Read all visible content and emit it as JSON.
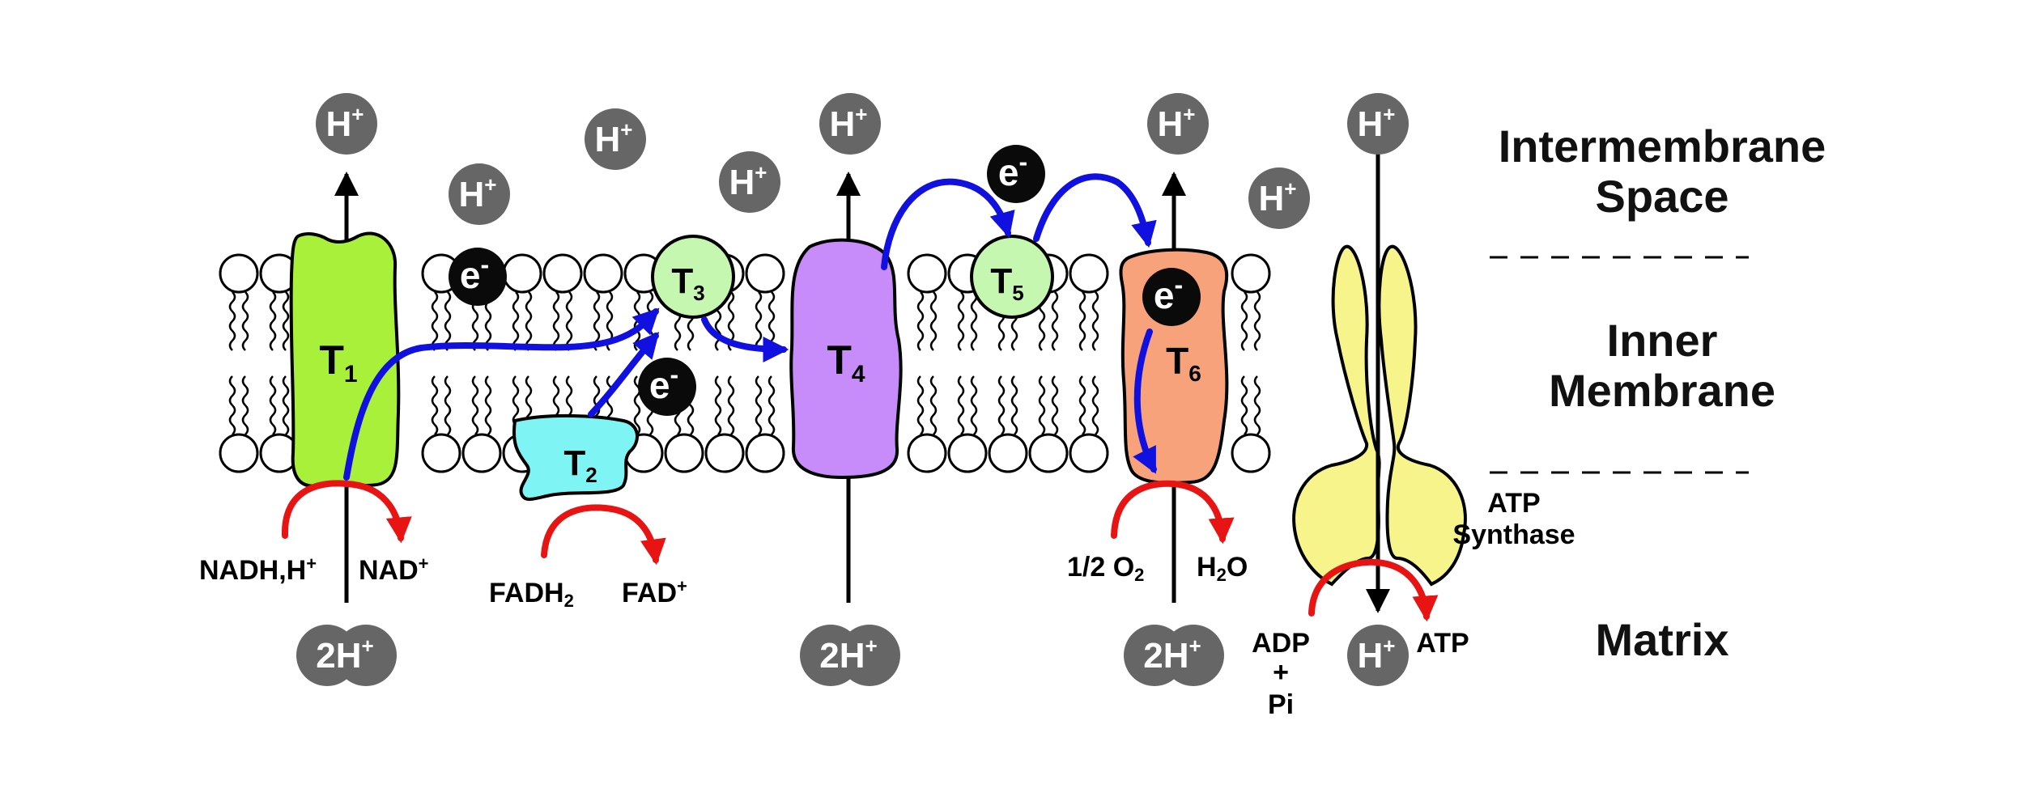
{
  "colors": {
    "ion": "#666666",
    "electron": "#0a0a0a",
    "electron_arrow": "#1010e0",
    "reaction_arrow": "#e81414",
    "t1": "#a8f03a",
    "t2": "#7ff4f4",
    "t3_t5": "#c6f7b0",
    "t4": "#c88bfa",
    "t6": "#f7a27a",
    "atp_synthase": "#f6f48a"
  },
  "regions": {
    "intermembrane_line1": "Intermembrane",
    "intermembrane_line2": "Space",
    "inner_membrane_line1": "Inner",
    "inner_membrane_line2": "Membrane",
    "matrix": "Matrix"
  },
  "ions": {
    "h_plus": "H",
    "two_h_plus": "2H",
    "plus": "+"
  },
  "electron": {
    "symbol": "e",
    "charge": "-"
  },
  "complexes": {
    "t1": {
      "letter": "T",
      "sub": "1"
    },
    "t2": {
      "letter": "T",
      "sub": "2"
    },
    "t3": {
      "letter": "T",
      "sub": "3"
    },
    "t4": {
      "letter": "T",
      "sub": "4"
    },
    "t5": {
      "letter": "T",
      "sub": "5"
    },
    "t6": {
      "letter": "T",
      "sub": "6"
    }
  },
  "reactions": {
    "nadh": {
      "base": "NADH,H",
      "sup": "+"
    },
    "nad": {
      "base": "NAD",
      "sup": "+"
    },
    "fadh2": {
      "base": "FADH",
      "sub": "2"
    },
    "fad": {
      "base": "FAD",
      "sup": "+"
    },
    "o2": {
      "base": "1/2 O",
      "sub": "2"
    },
    "h2o": {
      "pre": "H",
      "sub": "2",
      "post": "O"
    },
    "adp_line1": "ADP",
    "adp_line2": "+",
    "adp_line3": "Pi",
    "atp": "ATP"
  },
  "atp_synthase_label": {
    "line1": "ATP",
    "line2": "Synthase"
  }
}
